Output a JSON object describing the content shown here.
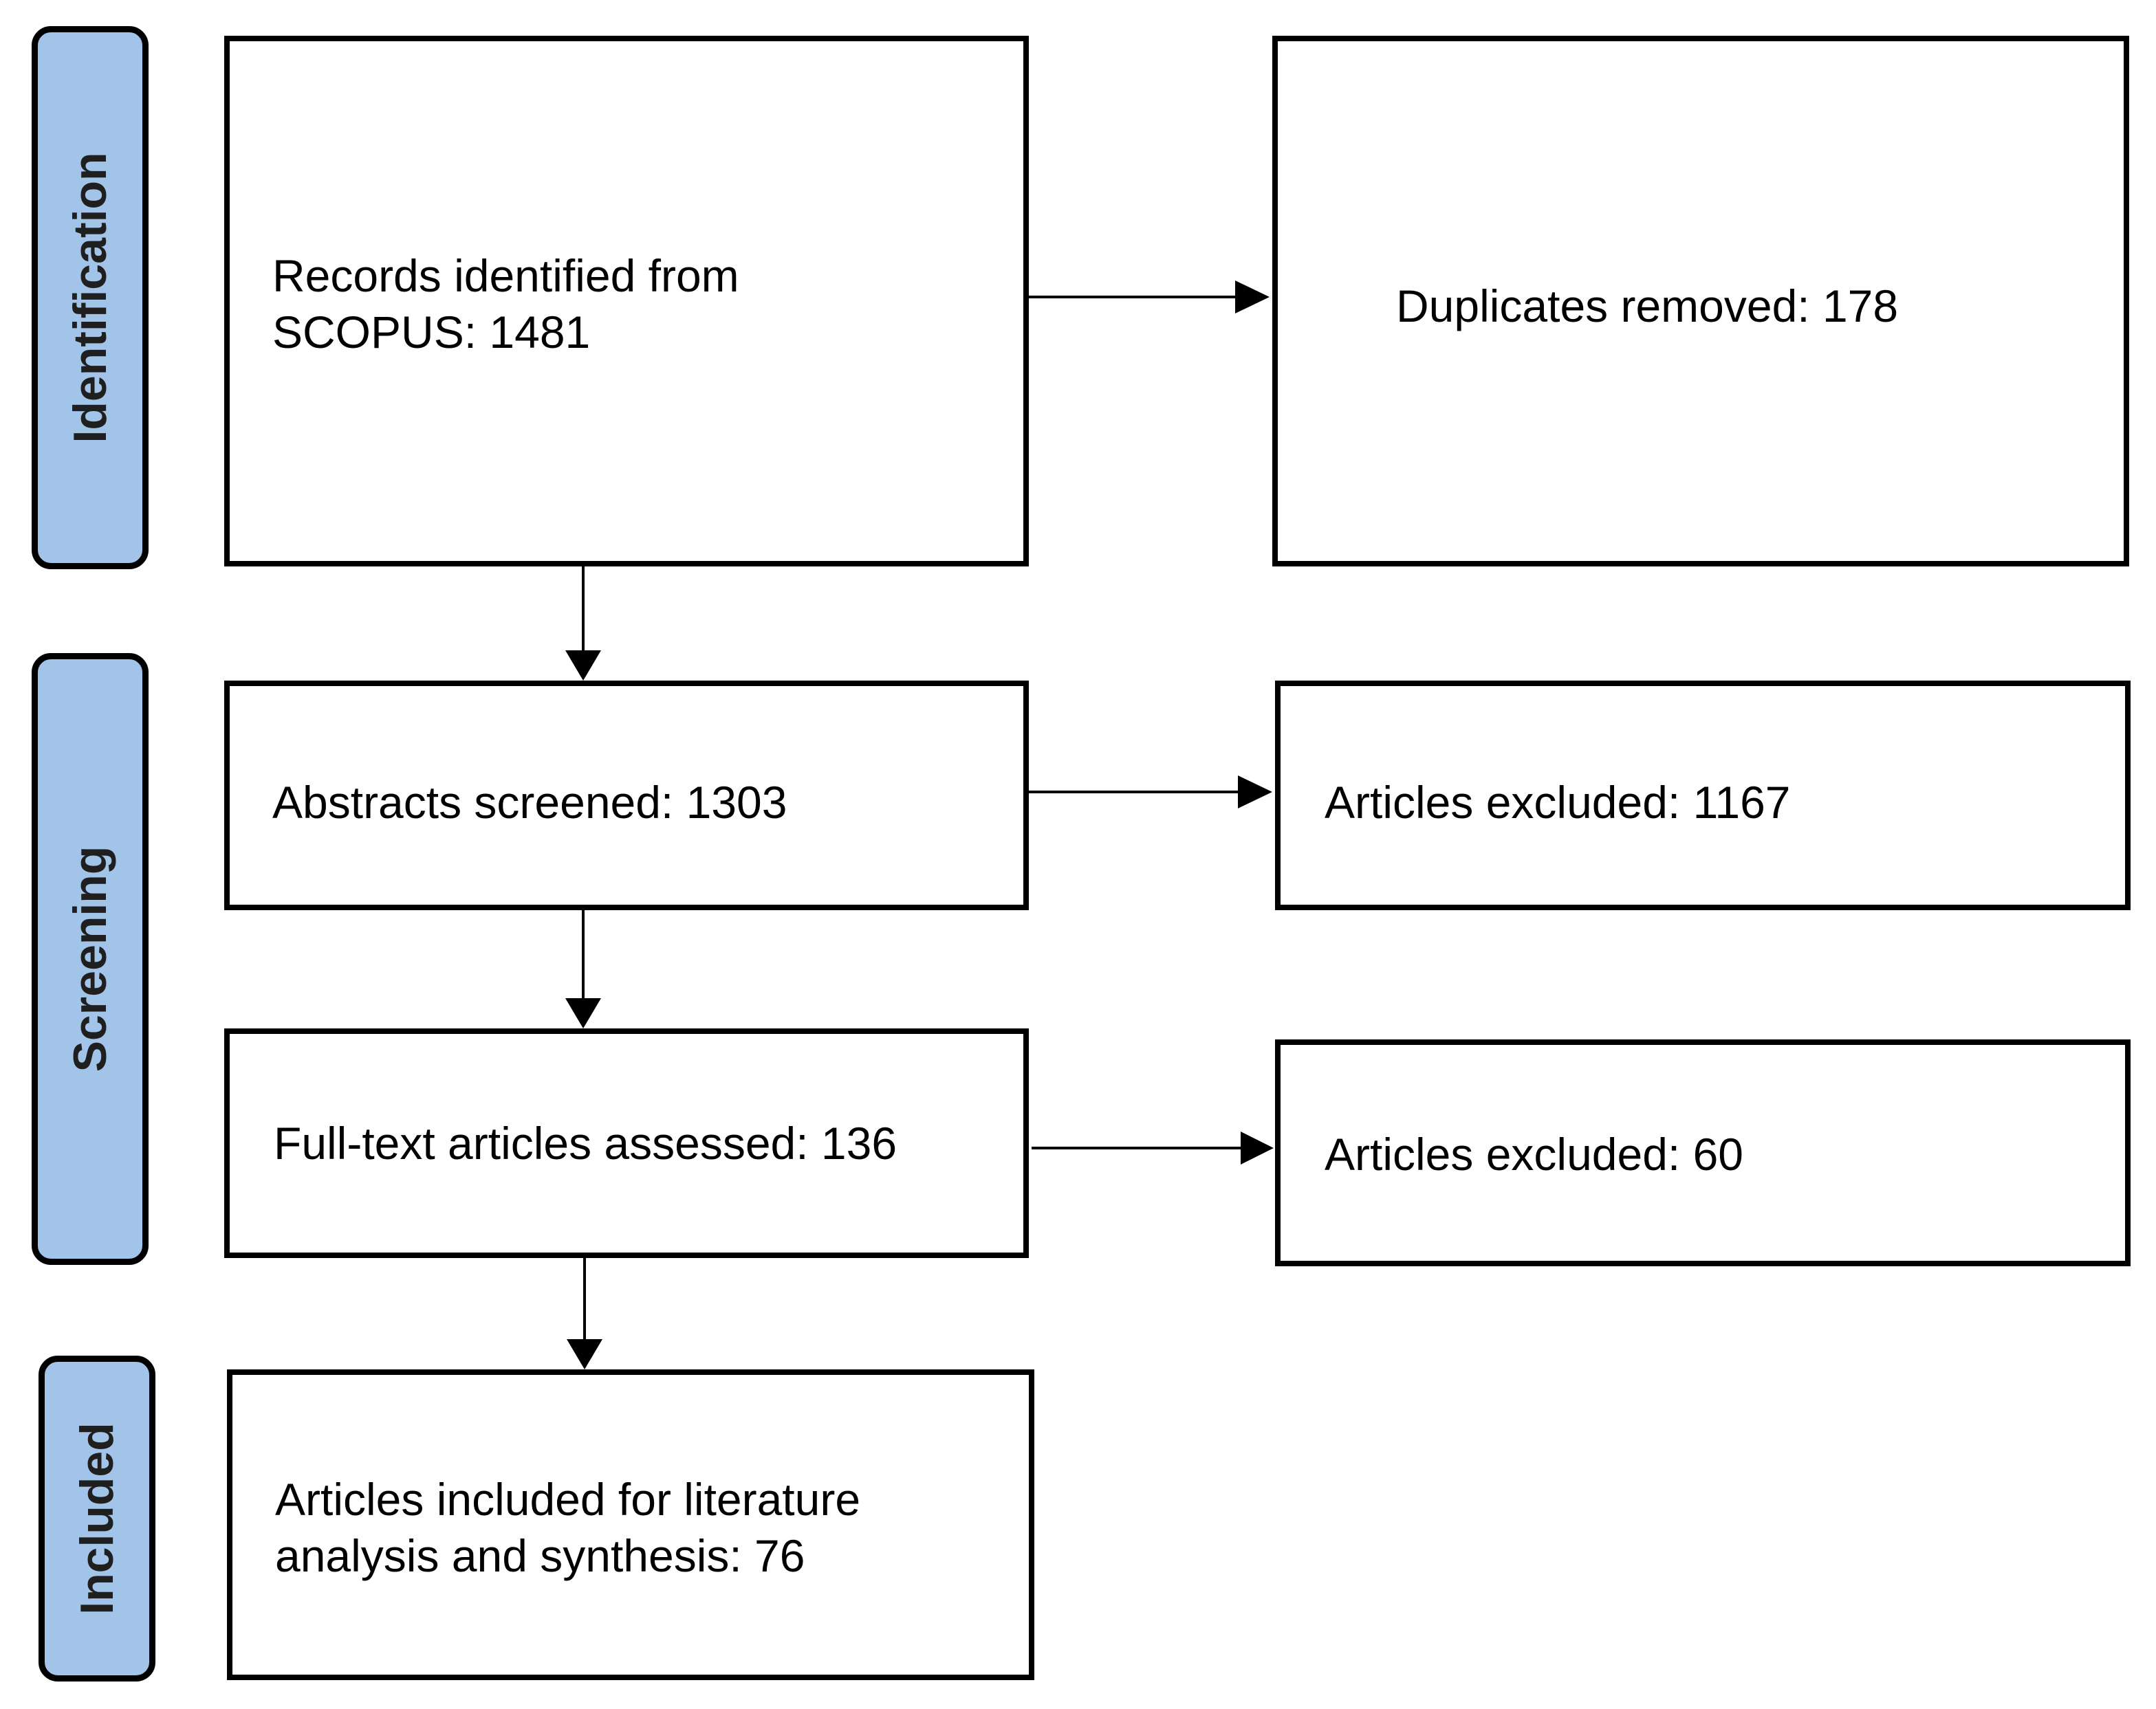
{
  "stages": {
    "identification": "Identification",
    "screening": "Screening",
    "included": "Included"
  },
  "boxes": {
    "records_identified_line1": "Records identified from",
    "records_identified_line2": "SCOPUS: 1481",
    "duplicates_removed": "Duplicates removed: 178",
    "abstracts_screened": "Abstracts screened: 1303",
    "articles_excluded_abstract": "Articles excluded: 1167",
    "fulltext_assessed": "Full-text articles assessed: 136",
    "articles_excluded_fulltext": "Articles excluded: 60",
    "included_line1": "Articles included for literature",
    "included_line2": "analysis and synthesis: 76"
  },
  "colors": {
    "stage_fill": "#a1c4e8",
    "border": "#000000"
  }
}
